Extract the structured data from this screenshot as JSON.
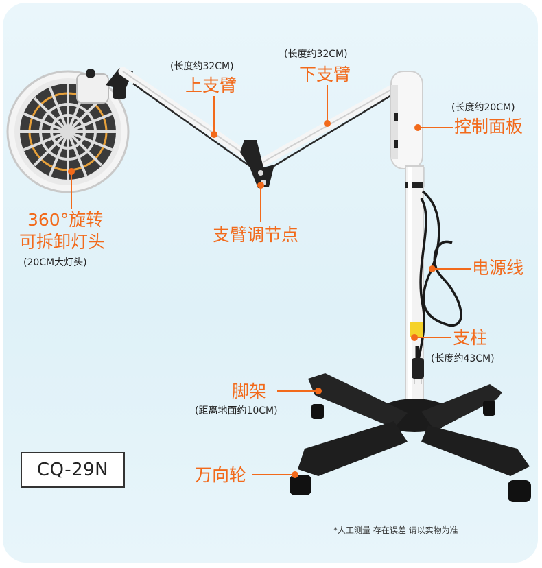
{
  "model": "CQ-29N",
  "note": "*人工测量 存在误差 请以实物为准",
  "labels": {
    "head_title_line1": "360°旋转",
    "head_title_line2": "可拆卸灯头",
    "head_size": "(20CM大灯头)",
    "upper_arm_size": "(长度约32CM)",
    "upper_arm": "上支臂",
    "lower_arm_size": "(长度约32CM)",
    "lower_arm": "下支臂",
    "panel_size": "(长度约20CM)",
    "control_panel": "控制面板",
    "joint": "支臂调节点",
    "power_cord": "电源线",
    "column": "支柱",
    "column_size": "(长度约43CM)",
    "base": "脚架",
    "base_size": "(距离地面约10CM)",
    "wheel": "万向轮"
  },
  "colors": {
    "accent": "#f26a1b",
    "background": "#e3f3f9",
    "black": "#1a1a1a"
  }
}
